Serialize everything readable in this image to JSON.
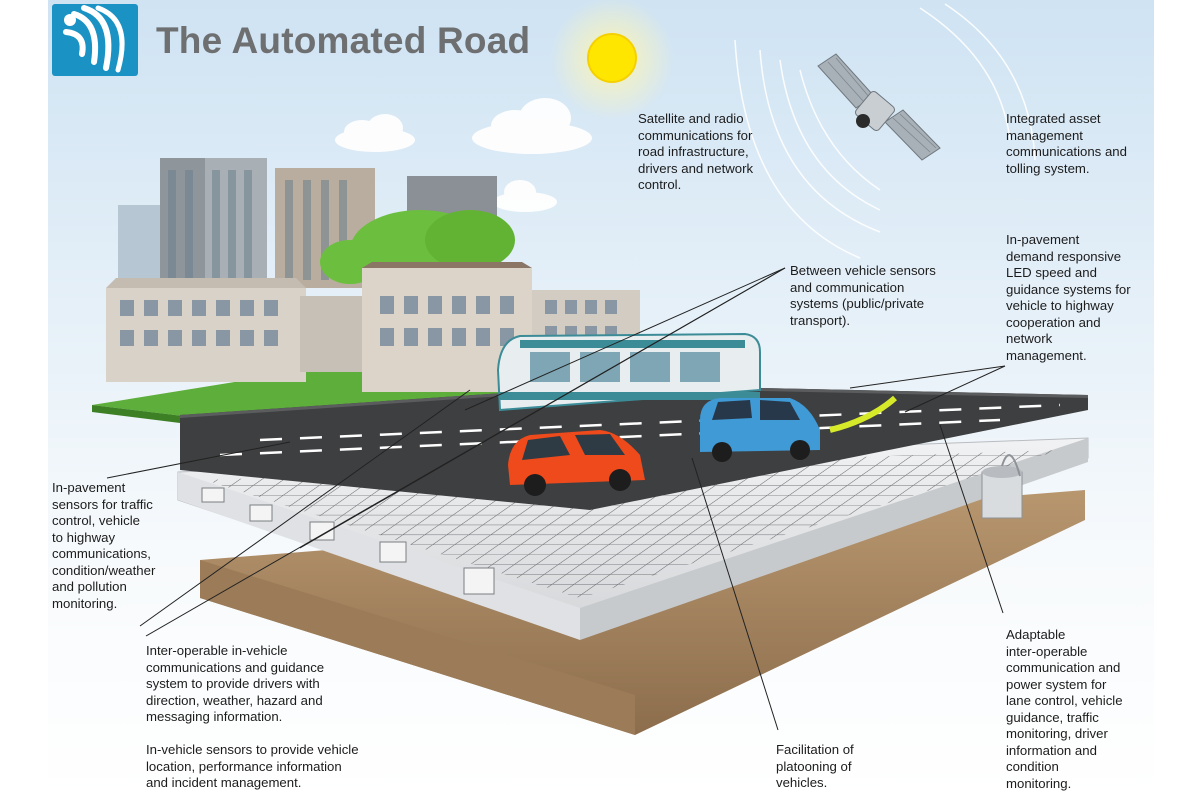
{
  "title": "The Automated Road",
  "icons": [
    "wireless-signal-icon",
    "sun-icon",
    "satellite-icon"
  ],
  "colors": {
    "logo": "#1a92c4",
    "title": "#6d6f71",
    "sky": "#d6e7f4",
    "road": "#3e3f40",
    "pavement": "#e2e4e6",
    "soil": "#a48460",
    "grass": "#5dae3a",
    "red_car": "#ee4a1c",
    "blue_car": "#3f9ad6",
    "tram": "#3c8c98"
  },
  "labels": {
    "satellite": "Satellite and radio\ncommunications for\nroad infrastructure,\ndrivers and network\ncontrol.",
    "asset_management": "Integrated asset\nmanagement\ncommunications and\ntolling system.",
    "between_vehicle": "Between vehicle sensors\nand communication\nsystems (public/private\ntransport).",
    "led_speed": "In-pavement\ndemand responsive\nLED speed and\nguidance systems for\nvehicle to highway\ncooperation and\nnetwork\nmanagement.",
    "in_pavement_sensors": "In-pavement\nsensors for traffic\ncontrol, vehicle\nto highway\ncommunications,\ncondition/weather\nand pollution\nmonitoring.",
    "in_vehicle_comms": "Inter-operable in-vehicle\ncommunications and guidance\nsystem to provide drivers with\ndirection, weather, hazard and\nmessaging information.",
    "in_vehicle_sensors": "In-vehicle sensors to provide  vehicle\nlocation, performance information\nand incident management.",
    "platooning": "Facilitation of\nplatooning of\nvehicles.",
    "adaptable_power": "Adaptable\ninter-operable\ncommunication and\npower system for\nlane control, vehicle\nguidance, traffic\nmonitoring, driver\ninformation and\ncondition\nmonitoring."
  }
}
